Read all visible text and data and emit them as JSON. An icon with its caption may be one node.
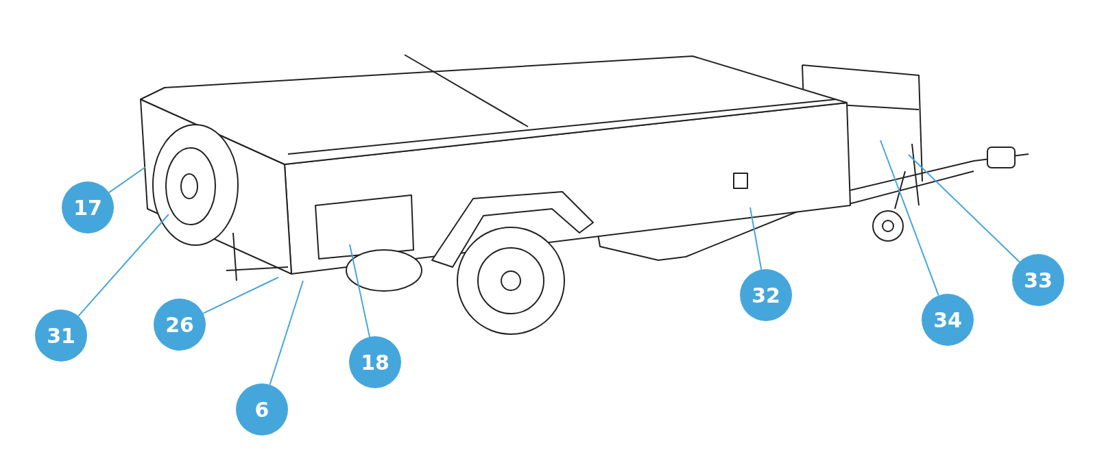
{
  "diagram": {
    "nodes": [
      {
        "text": [
          "17"
        ]
      },
      {
        "text": [
          "31"
        ]
      },
      {
        "text": [
          "26"
        ]
      },
      {
        "text": [
          "6"
        ]
      },
      {
        "text": [
          "18"
        ]
      },
      {
        "text": [
          "32"
        ]
      },
      {
        "text": [
          "34"
        ]
      },
      {
        "text": [
          "33"
        ]
      }
    ],
    "edges": [
      {
        "from": 0,
        "to": null,
        "arrow": "none"
      },
      {
        "from": 1,
        "to": null,
        "arrow": "none"
      },
      {
        "from": 2,
        "to": null,
        "arrow": "none"
      },
      {
        "from": 3,
        "to": null,
        "arrow": "none"
      },
      {
        "from": 4,
        "to": null,
        "arrow": "none"
      },
      {
        "from": 5,
        "to": null,
        "arrow": "none"
      },
      {
        "from": 6,
        "to": null,
        "arrow": "none"
      },
      {
        "from": 7,
        "to": null,
        "arrow": "none"
      }
    ]
  }
}
